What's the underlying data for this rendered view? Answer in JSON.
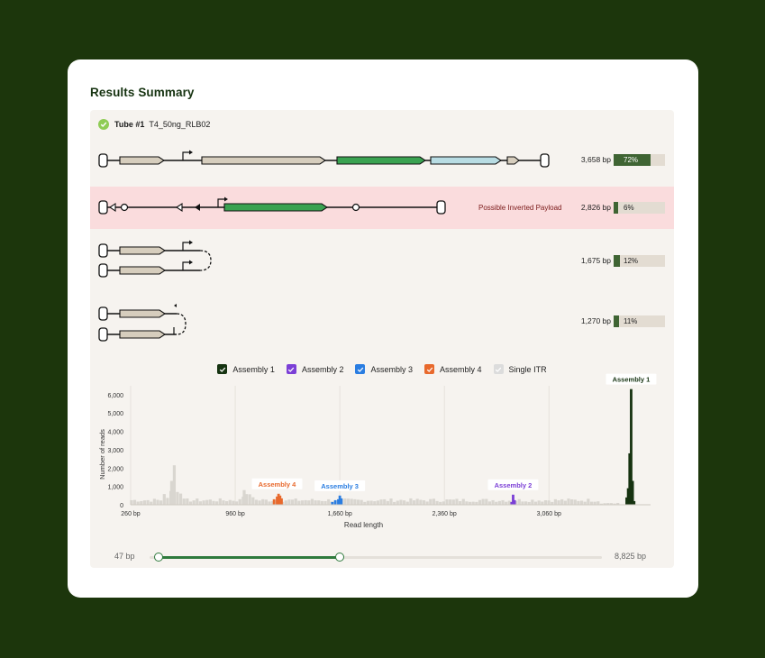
{
  "title": "Results Summary",
  "tube": {
    "label": "Tube #1",
    "name": "T4_50ng_RLB02"
  },
  "assemblies": [
    {
      "bp": "3,658 bp",
      "pct": "72%",
      "value": 72
    },
    {
      "bp": "2,826 bp",
      "pct": "6%",
      "value": 6,
      "warning": "Possible Inverted Payload"
    },
    {
      "bp": "1,675 bp",
      "pct": "12%",
      "value": 12
    },
    {
      "bp": "1,270 bp",
      "pct": "11%",
      "value": 11
    }
  ],
  "legend": [
    {
      "label": "Assembly 1",
      "color": "#163311"
    },
    {
      "label": "Assembly 2",
      "color": "#7b3fd6"
    },
    {
      "label": "Assembly 3",
      "color": "#2a7de1"
    },
    {
      "label": "Assembly 4",
      "color": "#e8692c"
    },
    {
      "label": "Single ITR",
      "color": "#dcdcdc"
    }
  ],
  "chart_data": {
    "type": "bar",
    "xlabel": "Read length",
    "ylabel": "Number of reads",
    "yticks": [
      "6,000",
      "5,000",
      "4,000",
      "3,000",
      "2,000",
      "1,000",
      "0"
    ],
    "xticks": [
      "260 bp",
      "960 bp",
      "1,660 bp",
      "2,360 bp",
      "3,060 bp"
    ],
    "ylim": [
      0,
      6000
    ],
    "annotations": [
      {
        "label": "Assembly 4",
        "color": "#e8692c"
      },
      {
        "label": "Assembly 3",
        "color": "#2a7de1"
      },
      {
        "label": "Assembly 2",
        "color": "#7b3fd6"
      },
      {
        "label": "Assembly 1",
        "color": "#163311"
      }
    ],
    "series": [
      {
        "name": "Assembly 1",
        "x": [
          3580,
          3590,
          3600,
          3610,
          3620,
          3630
        ],
        "values": [
          400,
          900,
          2800,
          6300,
          1300,
          200
        ]
      },
      {
        "name": "Assembly 2",
        "x": [
          2810,
          2820,
          2830
        ],
        "values": [
          150,
          550,
          250
        ]
      },
      {
        "name": "Assembly 3",
        "x": [
          1610,
          1630,
          1650,
          1660,
          1670
        ],
        "values": [
          150,
          250,
          300,
          500,
          350
        ]
      },
      {
        "name": "Assembly 4",
        "x": [
          1220,
          1240,
          1250,
          1260,
          1270
        ],
        "values": [
          300,
          450,
          600,
          500,
          350
        ]
      }
    ]
  },
  "slider": {
    "min": "47 bp",
    "max": "8,825 bp",
    "start": 0.02,
    "end": 0.42
  }
}
